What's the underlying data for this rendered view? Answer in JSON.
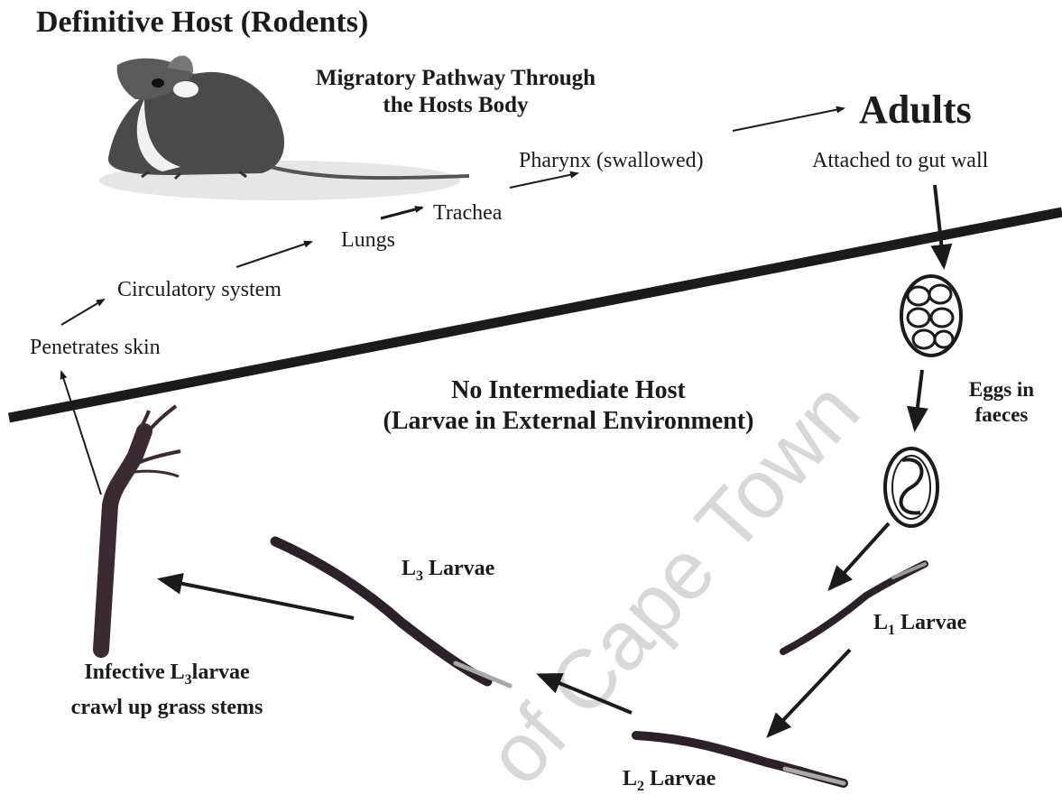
{
  "diagram": {
    "definitive_host": "Definitive Host (Rodents)",
    "migratory_pathway": [
      "Migratory Pathway Through",
      "the Hosts Body"
    ],
    "adults": "Adults",
    "attached": "Attached to gut wall",
    "pharynx": "Pharynx (swallowed)",
    "trachea": "Trachea",
    "lungs": "Lungs",
    "circulatory": "Circulatory system",
    "penetrates": "Penetrates skin",
    "no_intermediate": [
      "No Intermediate Host",
      "(Larvae in External Environment)"
    ],
    "eggs": [
      "Eggs in",
      "faeces"
    ],
    "l1": {
      "pre": "L",
      "sub": "1",
      "post": " Larvae"
    },
    "l2": {
      "pre": "L",
      "sub": "2",
      "post": " Larvae"
    },
    "l3": {
      "pre": "L",
      "sub": "3",
      "post": " Larvae"
    },
    "infective": {
      "pre": "Infective L",
      "sub": "3",
      "post": "larvae",
      "line2": "crawl up grass stems"
    }
  },
  "watermark": "of Cape Town",
  "colors": {
    "ink": "#1b1b1b",
    "worm": "#2a2228",
    "grass": "#3a2a32",
    "watermark": "#d8d8d8"
  }
}
